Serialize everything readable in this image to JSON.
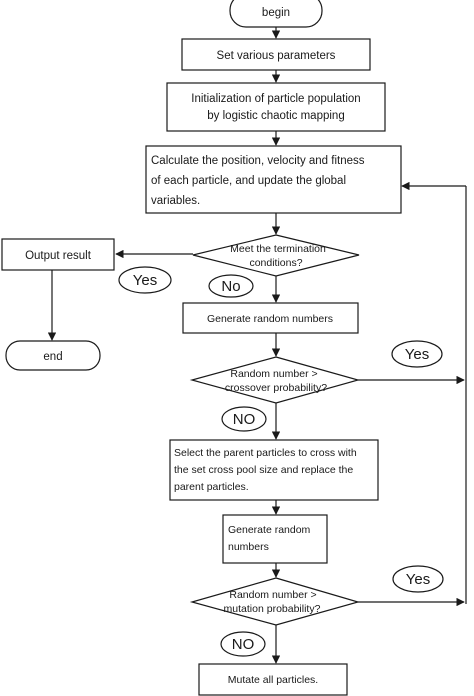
{
  "flowchart": {
    "begin": "begin",
    "set_params": "Set various parameters",
    "init_line1": "Initialization of particle population",
    "init_line2": "by logistic chaotic mapping",
    "calc_line1": "Calculate the position, velocity and fitness",
    "calc_line2": "of each particle, and update the global",
    "calc_line3": "variables.",
    "meet_line1": "Meet the termination",
    "meet_line2": "conditions?",
    "output_result": "Output result",
    "yes_label_1": "Yes",
    "no_label_1": "No",
    "end": "end",
    "gen_random_1": "Generate random numbers",
    "cross_line1": "Random number >",
    "cross_line2": "crossover probability?",
    "yes_label_2": "Yes",
    "no_label_2": "NO",
    "select_line1": "Select the parent particles to cross with",
    "select_line2": "the set cross pool size and replace the",
    "select_line3": "parent particles.",
    "gen_random_2_line1": "Generate random",
    "gen_random_2_line2": "numbers",
    "mut_line1": "Random number >",
    "mut_line2": "mutation probability?",
    "yes_label_3": "Yes",
    "no_label_3": "NO",
    "mutate": "Mutate all particles."
  }
}
